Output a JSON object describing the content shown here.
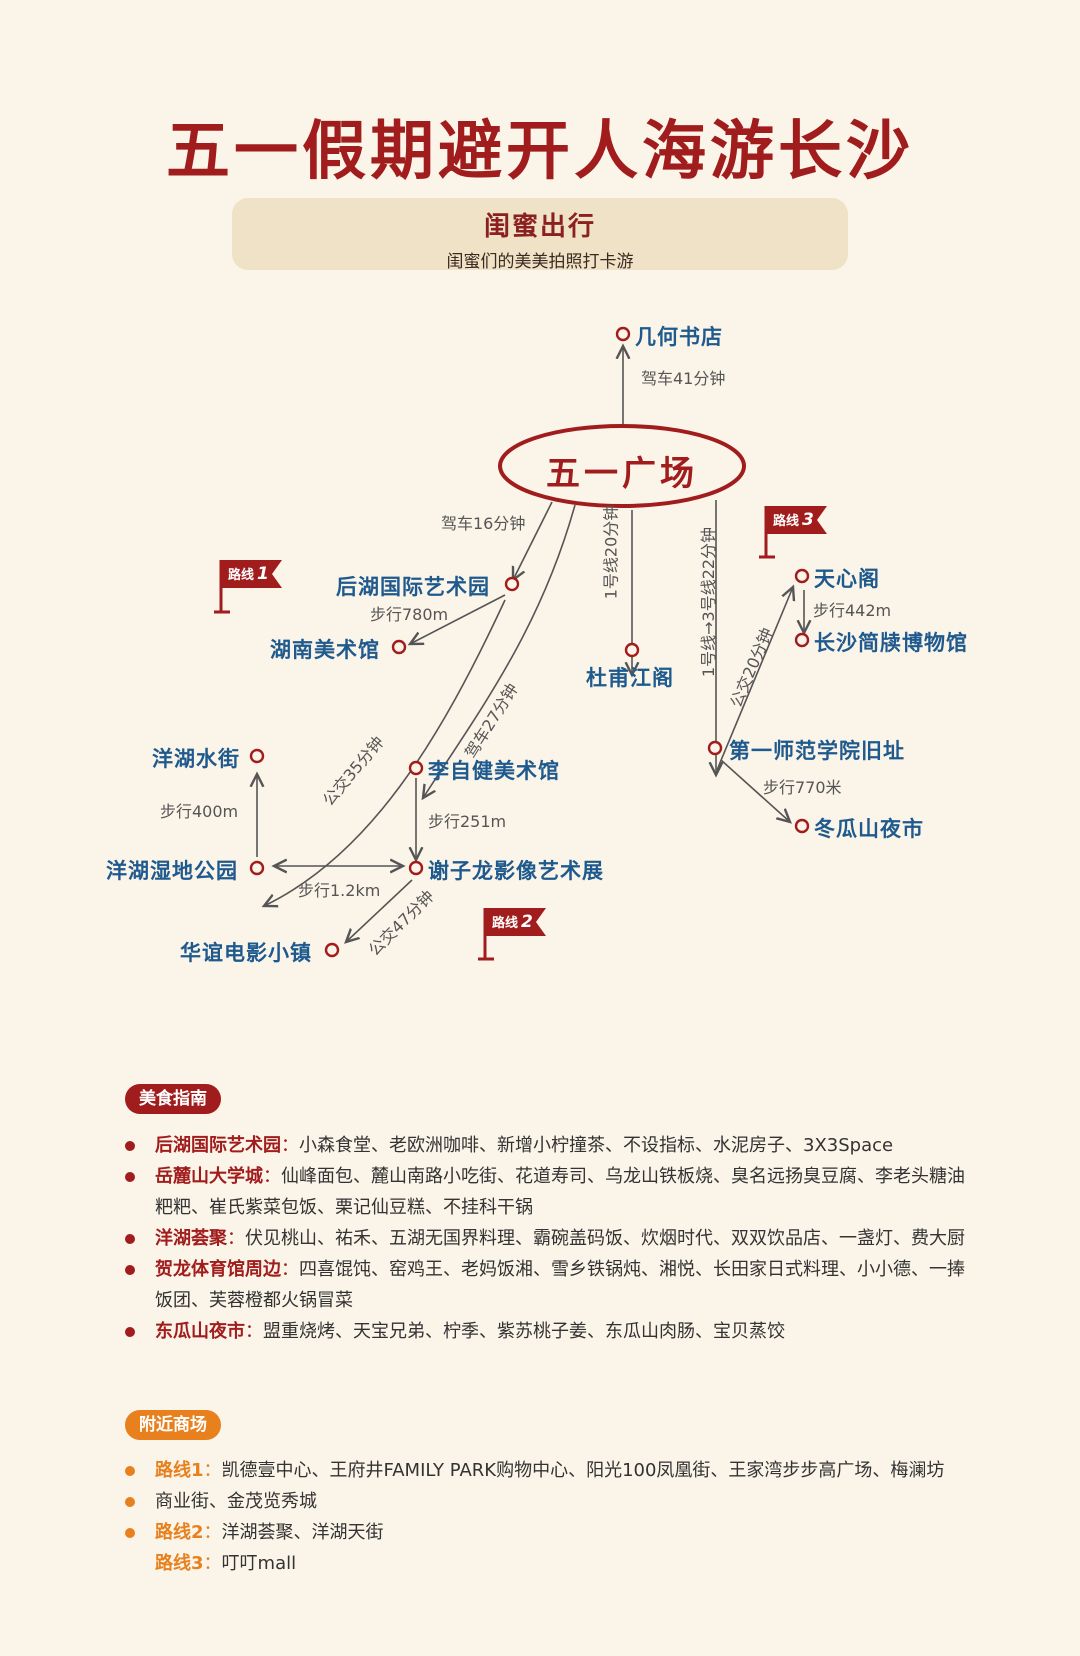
{
  "title": "五一假期避开人海游长沙",
  "banner": {
    "title": "闺蜜出行",
    "subtitle": "闺蜜们的美美拍照打卡游"
  },
  "map": {
    "center": "五一广场",
    "nodes": {
      "jihe": "几何书店",
      "houhu": "后湖国际艺术园",
      "hunan_museum": "湖南美术馆",
      "dufu": "杜甫江阁",
      "tianxin": "天心阁",
      "jiandu": "长沙简牍博物馆",
      "yanghu_street": "洋湖水街",
      "lizijian": "李自健美术馆",
      "diyi_shifan": "第一师范学院旧址",
      "yanghu_wetland": "洋湖湿地公园",
      "xiezilong": "谢子龙影像艺术展",
      "dongguashan": "冬瓜山夜市",
      "huayi": "华谊电影小镇"
    },
    "edges": {
      "jihe": "驾车41分钟",
      "houhu": "驾车16分钟",
      "houhu_hunan": "步行780m",
      "dufu": "1号线20分钟",
      "line3": "1号线→3号线22分钟",
      "tianxin_bus": "公交20分钟",
      "tianxin_jiandu": "步行442m",
      "bus35": "公交35分钟",
      "drive27": "驾车27分钟",
      "yanghu_walk": "步行400m",
      "li_xie_walk": "步行251m",
      "wetland_walk": "步行1.2km",
      "bus47": "公交47分钟",
      "diyi_walk": "步行770米"
    },
    "routes": {
      "r1": "路线",
      "r1n": "1",
      "r2": "路线",
      "r2n": "2",
      "r3": "路线",
      "r3n": "3"
    }
  },
  "food": {
    "tag": "美食指南",
    "items": [
      {
        "key": "后湖国际艺术园",
        "text": "小森食堂、老欧洲咖啡、新增小柠撞茶、不设指标、水泥房子、3X3Space"
      },
      {
        "key": "岳麓山大学城",
        "text": "仙峰面包、麓山南路小吃街、花道寿司、乌龙山铁板烧、臭名远扬臭豆腐、李老头糖油粑粑、崔氏紫菜包饭、栗记仙豆糕、不挂科干锅"
      },
      {
        "key": "洋湖荟聚",
        "text": "伏见桃山、祐禾、五湖无国界料理、霸碗盖码饭、炊烟时代、双双饮品店、一盏灯、费大厨"
      },
      {
        "key": "贺龙体育馆周边",
        "text": "四喜馄饨、窑鸡王、老妈饭湘、雪乡铁锅炖、湘悦、长田家日式料理、小小德、一捧饭团、芙蓉橙都火锅冒菜"
      },
      {
        "key": "东瓜山夜市",
        "text": "盟重烧烤、天宝兄弟、柠季、紫苏桃子姜、东瓜山肉肠、宝贝蒸饺"
      }
    ]
  },
  "mall": {
    "tag": "附近商场",
    "r1_key": "路线1",
    "r1_text": "凯德壹中心、王府井FAMILY PARK购物中心、阳光100凤凰街、王家湾步步高广场、梅澜坊",
    "r1_cont": "商业街、金茂览秀城",
    "r2_key": "路线2",
    "r2_text": "洋湖荟聚、洋湖天街",
    "r3_key": "路线3",
    "r3_text": "叮叮mall"
  },
  "colors": {
    "red": "#a11d1d",
    "blue": "#1f5a8f",
    "orange": "#e8801e",
    "bg": "#fbf4e8"
  }
}
